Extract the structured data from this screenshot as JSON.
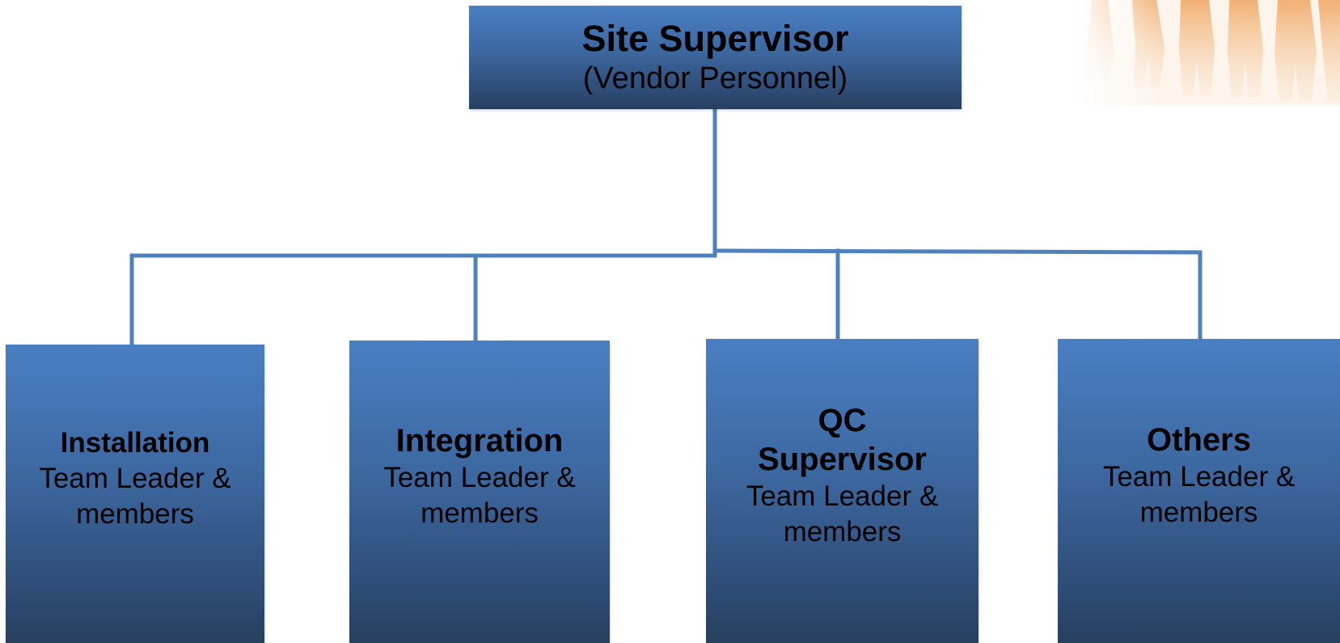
{
  "root": {
    "title": "Site Supervisor",
    "subtitle": "(Vendor Personnel)"
  },
  "teams": [
    {
      "heading": "Installation",
      "body_line1": "Team Leader &",
      "body_line2": "members"
    },
    {
      "heading": "Integration",
      "body_line1": "Team Leader &",
      "body_line2": "members"
    },
    {
      "heading_line1": "QC",
      "heading_line2": "Supervisor",
      "body_line1": "Team Leader &",
      "body_line2": "members"
    },
    {
      "heading": "Others",
      "body_line1": "Team Leader &",
      "body_line2": "members"
    }
  ],
  "colors": {
    "box_top": "#4a7fc3",
    "box_bottom": "#27405f",
    "connector": "#4f81bd",
    "decor": "#f2b27a"
  }
}
